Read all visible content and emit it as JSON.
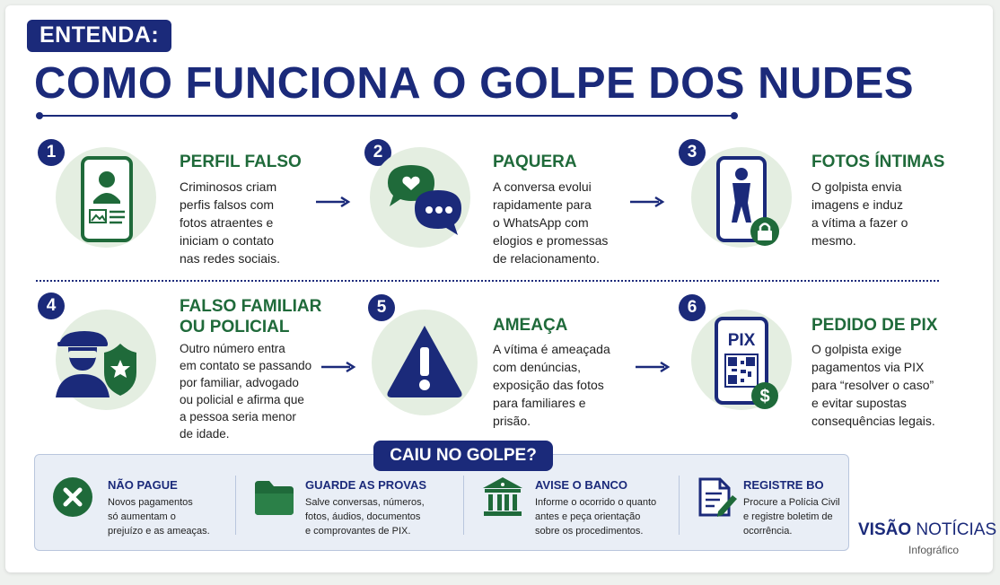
{
  "kicker": "ENTENDA:",
  "title": "COMO FUNCIONA O GOLPE DOS NUDES",
  "steps": [
    {
      "number": "1",
      "title": "PERFIL FALSO",
      "lines": [
        "Criminosos criam",
        "perfis falsos com",
        "fotos atraentes e",
        "iniciam o contato",
        "nas redes sociais."
      ],
      "icon": "fake-profile-phone-icon"
    },
    {
      "number": "2",
      "title": "PAQUERA",
      "lines": [
        "A conversa evolui",
        "rapidamente para",
        "o WhatsApp com",
        "elogios e promessas",
        "de relacionamento."
      ],
      "icon": "chat-bubbles-icon"
    },
    {
      "number": "3",
      "title": "FOTOS ÍNTIMAS",
      "lines": [
        "O golpista envia",
        "imagens e induz",
        "a vítima a fazer o",
        "mesmo."
      ],
      "icon": "locked-photo-phone-icon"
    },
    {
      "number": "4",
      "title_lines": [
        "FALSO FAMILIAR",
        "OU POLICIAL"
      ],
      "lines": [
        "Outro número entra",
        "em contato se passando",
        "por familiar, advogado",
        "ou policial e afirma que",
        "a pessoa seria menor",
        "de idade."
      ],
      "icon": "masked-person-badge-icon"
    },
    {
      "number": "5",
      "title": "AMEAÇA",
      "lines": [
        "A vítima é ameaçada",
        "com denúncias,",
        "exposição das fotos",
        "para familiares e",
        "prisão."
      ],
      "icon": "warning-triangle-icon"
    },
    {
      "number": "6",
      "title": "PEDIDO DE PIX",
      "lines": [
        "O golpista exige",
        "pagamentos via PIX",
        "para “resolver o caso”",
        "e evitar supostas",
        "consequências legais."
      ],
      "icon": "pix-phone-icon",
      "pix_label": "PIX"
    }
  ],
  "panel": {
    "title": "CAIU NO GOLPE?",
    "tips": [
      {
        "title": "NÃO PAGUE",
        "lines": [
          "Novos pagamentos",
          "só aumentam o",
          "prejuízo e as ameaças."
        ],
        "icon": "x-circle-icon"
      },
      {
        "title": "GUARDE AS PROVAS",
        "lines": [
          "Salve conversas, números,",
          "fotos, áudios, documentos",
          "e comprovantes de PIX."
        ],
        "icon": "folder-icon"
      },
      {
        "title": "AVISE O BANCO",
        "lines": [
          "Informe o ocorrido o quanto",
          "antes e peça orientação",
          "sobre os procedimentos."
        ],
        "icon": "bank-icon"
      },
      {
        "title": "REGISTRE BO",
        "lines": [
          "Procure a Polícia Civil",
          "e registre boletim de",
          "ocorrência."
        ],
        "icon": "document-pen-icon"
      }
    ]
  },
  "brand": {
    "bold": "VISÃO",
    "light": "NOTÍCIAS",
    "sub": "Infográfico"
  },
  "colors": {
    "navy": "#1b2a7a",
    "green": "#1f6a3a",
    "icon_bg": "#e4eee1",
    "panel_bg": "#e9eef6"
  }
}
